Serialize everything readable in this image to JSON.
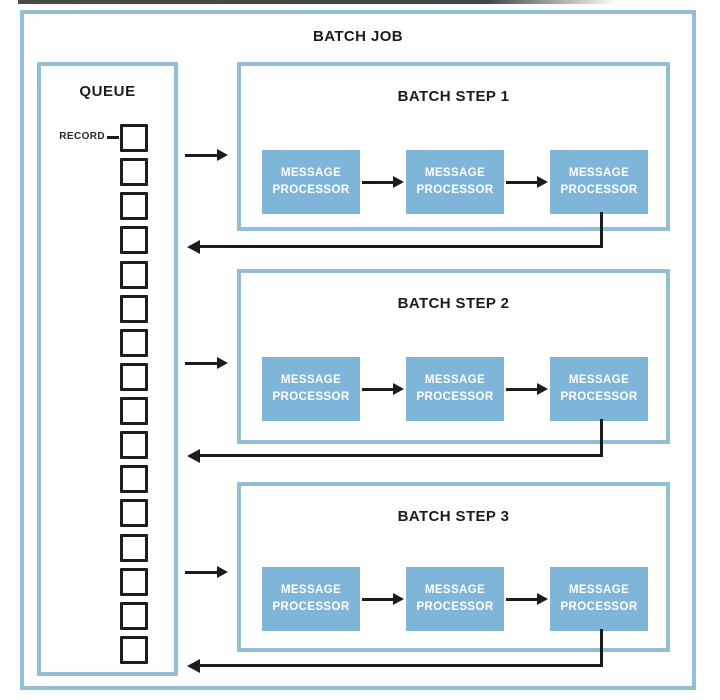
{
  "colors": {
    "container_border": "#93bed4",
    "processor_fill": "#7fb5d8",
    "processor_text": "#ffffff",
    "line_and_text": "#1c1c1c",
    "background": "#ffffff"
  },
  "diagram": {
    "title": "BATCH JOB",
    "queue": {
      "label": "QUEUE",
      "record_label": "RECORD",
      "record_count": 16
    },
    "steps": [
      {
        "label": "BATCH STEP 1",
        "processors": [
          "MESSAGE\nPROCESSOR",
          "MESSAGE\nPROCESSOR",
          "MESSAGE\nPROCESSOR"
        ]
      },
      {
        "label": "BATCH STEP 2",
        "processors": [
          "MESSAGE\nPROCESSOR",
          "MESSAGE\nPROCESSOR",
          "MESSAGE\nPROCESSOR"
        ]
      },
      {
        "label": "BATCH STEP 3",
        "processors": [
          "MESSAGE\nPROCESSOR",
          "MESSAGE\nPROCESSOR",
          "MESSAGE\nPROCESSOR"
        ]
      }
    ]
  }
}
